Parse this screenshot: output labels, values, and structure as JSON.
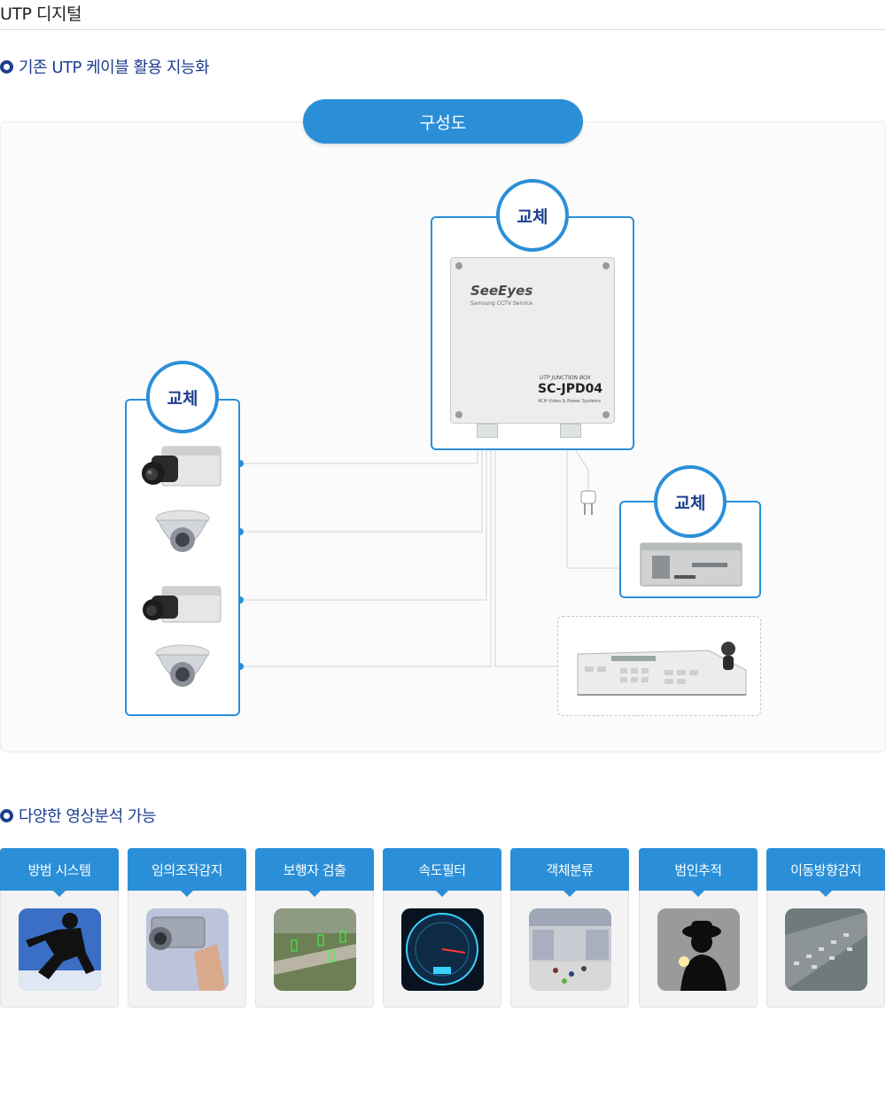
{
  "page_title": "UTP 디지털",
  "section1": {
    "title": "기존 UTP 케이블 활용 지능화"
  },
  "diagram": {
    "title": "구성도",
    "badge_label": "교체",
    "junction_box": {
      "brand": "SeeEyes",
      "brand_sub": "Samsung CCTV Service",
      "product_label": "UTP JUNCTION BOX",
      "model": "SC-JPD04",
      "spec": "4CH Video & Power Systems"
    }
  },
  "section2": {
    "title": "다양한 영상분석 가능"
  },
  "cards": [
    {
      "label": "방범 시스템",
      "icon": "burglar-silhouette-icon"
    },
    {
      "label": "임의조작감지",
      "icon": "camera-tamper-icon"
    },
    {
      "label": "보행자 검출",
      "icon": "pedestrian-detection-icon"
    },
    {
      "label": "속도필터",
      "icon": "speedometer-icon"
    },
    {
      "label": "객체분류",
      "icon": "mall-crowd-icon"
    },
    {
      "label": "범인추적",
      "icon": "criminal-silhouette-icon"
    },
    {
      "label": "이동방향감지",
      "icon": "highway-traffic-icon"
    }
  ],
  "colors": {
    "accent": "#2b8fd8",
    "heading": "#1d3f8f"
  }
}
